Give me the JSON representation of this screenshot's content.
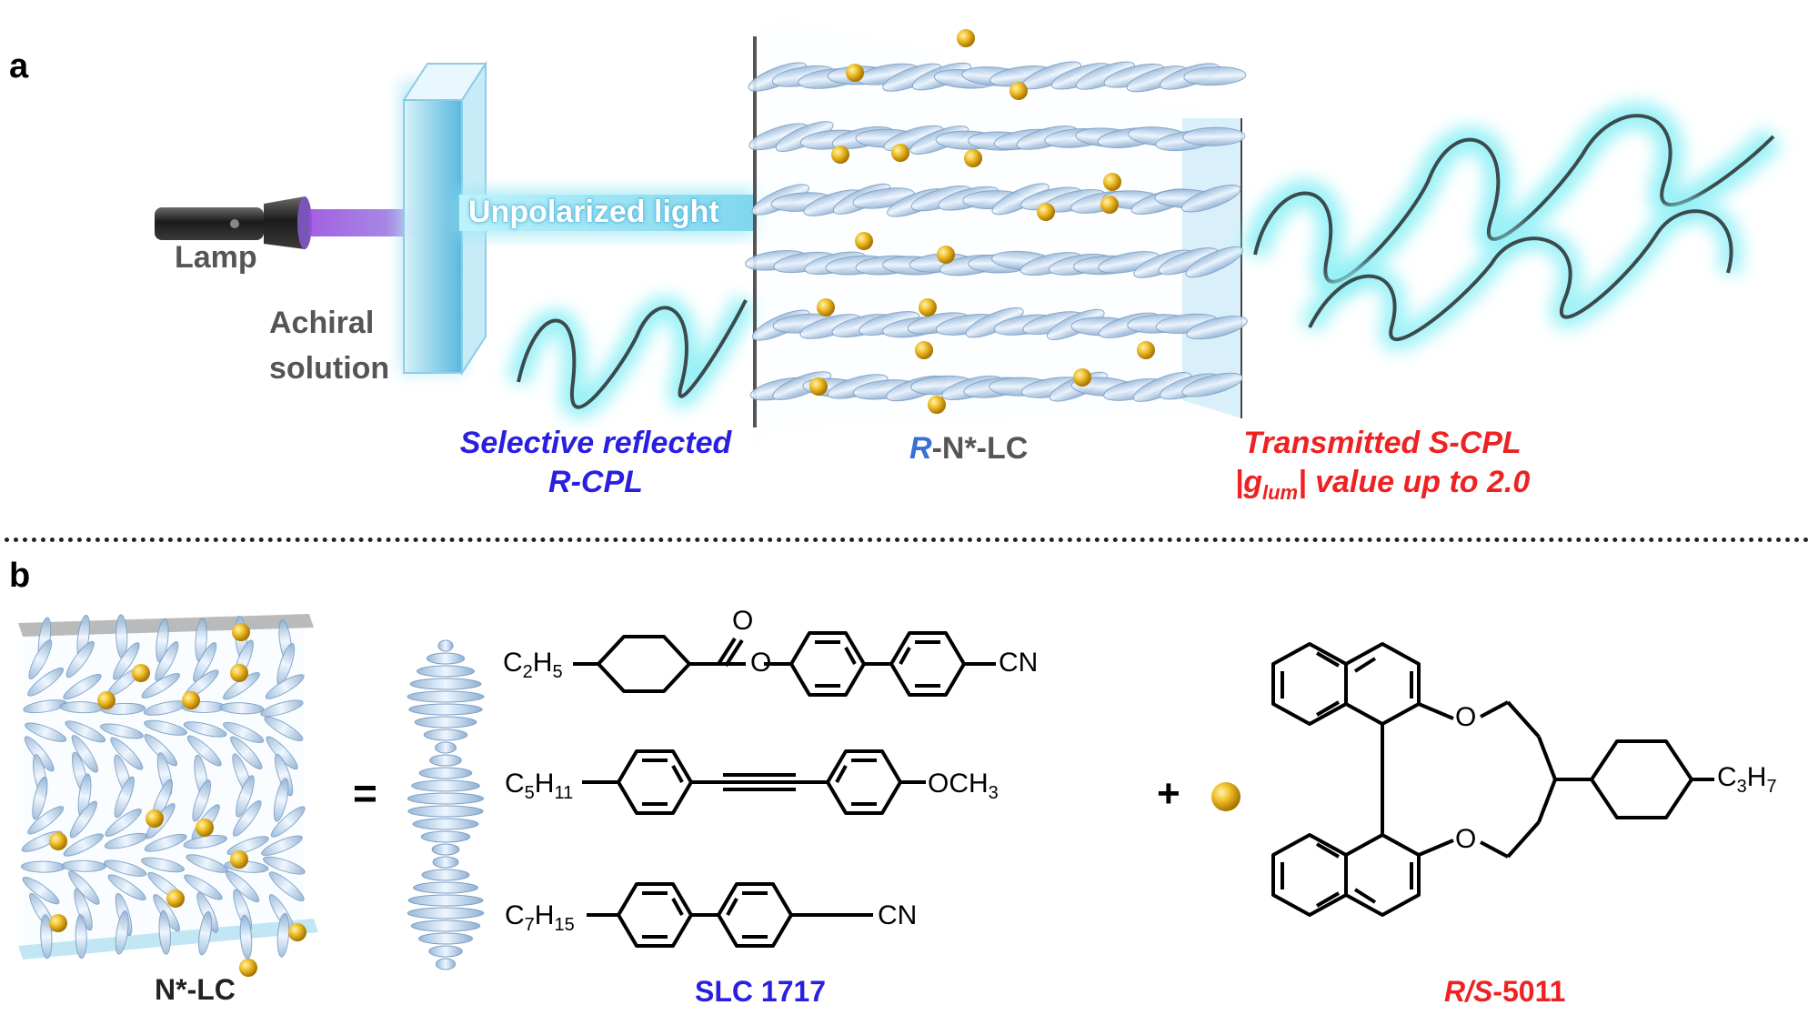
{
  "panel_a": {
    "letter": "a",
    "lamp_label": "Lamp",
    "achiral_line1": "Achiral",
    "achiral_line2": "solution",
    "unpolarized_label": "Unpolarized light",
    "reflected_line1": "Selective reflected",
    "reflected_line2": "R-CPL",
    "lc_label_prefix": "R",
    "lc_label_suffix": "-N*-LC",
    "transmitted_line1": "Transmitted S-CPL",
    "transmitted_line2_pre": "|g",
    "transmitted_line2_sub": "lum",
    "transmitted_line2_post": "| value up to 2.0"
  },
  "panel_b": {
    "letter": "b",
    "nlc_label": "N*-LC",
    "equals": "=",
    "plus": "+",
    "mix_label": "SLC 1717",
    "dopant_label_prefix": "R/S",
    "dopant_label_suffix": "-5011",
    "mol1": {
      "left_main": "C",
      "left_sub1": "2",
      "left_mid": "H",
      "left_sub2": "5",
      "carbonyl_o": "O",
      "ester_o": "O",
      "right": "CN"
    },
    "mol2": {
      "left_main": "C",
      "left_sub1": "5",
      "left_mid": "H",
      "left_sub2": "11",
      "right": "OCH",
      "right_sub": "3"
    },
    "mol3": {
      "left_main": "C",
      "left_sub1": "7",
      "left_mid": "H",
      "left_sub2": "15",
      "right": "CN"
    },
    "dopant": {
      "o_top": "O",
      "o_bottom": "O",
      "right_main": "C",
      "right_sub1": "3",
      "right_mid": "H",
      "right_sub2": "7"
    }
  },
  "colors": {
    "blue_label": "#2a1fe0",
    "red_label": "#ee2222",
    "lc_r_blue": "#3a6fd8",
    "glow_cyan": "#7fe6f0",
    "violet_beam": "#8a3fd0",
    "gold_sphere": "#e7b21c"
  }
}
